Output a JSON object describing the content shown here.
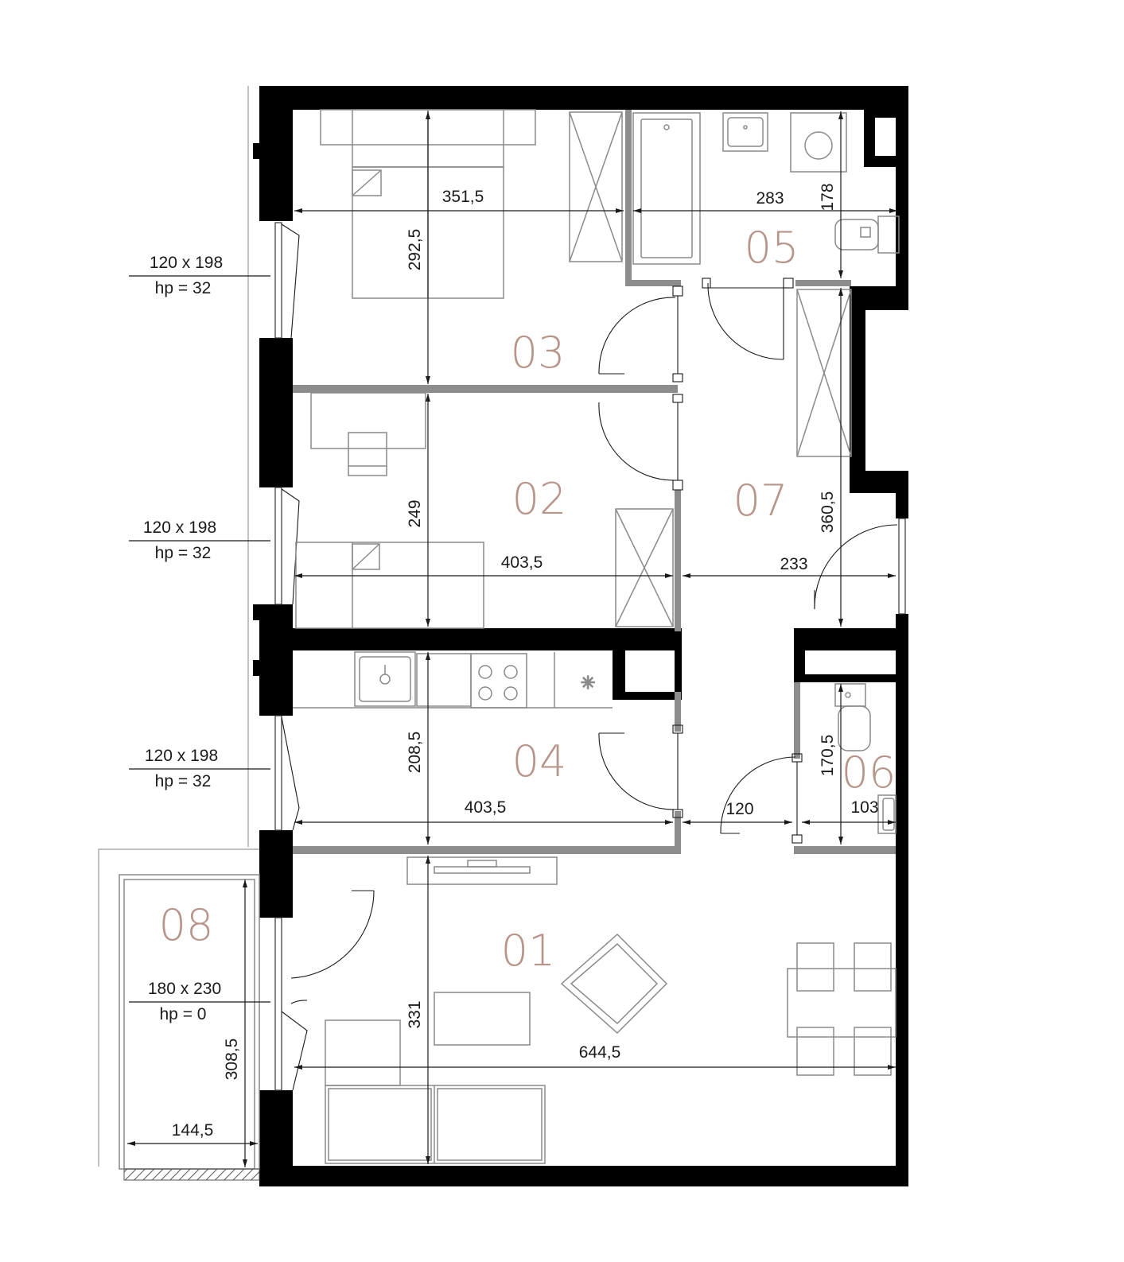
{
  "colors": {
    "wall": "#000000",
    "partition": "#8c8c8c",
    "room_label": "#b8958a",
    "furniture": "#8a8a8a"
  },
  "rooms": [
    {
      "id": "01",
      "label": "01"
    },
    {
      "id": "02",
      "label": "02"
    },
    {
      "id": "03",
      "label": "03"
    },
    {
      "id": "04",
      "label": "04"
    },
    {
      "id": "05",
      "label": "05"
    },
    {
      "id": "06",
      "label": "06"
    },
    {
      "id": "07",
      "label": "07"
    },
    {
      "id": "08",
      "label": "08"
    }
  ],
  "dimensions": {
    "r03_width": "351,5",
    "r03_depth": "292,5",
    "r05_width": "283",
    "r05_depth": "178",
    "r02_depth": "249",
    "r02_width": "403,5",
    "r07_width": "233",
    "r07_depth": "360,5",
    "r04_depth": "208,5",
    "r04_width": "403,5",
    "r06_depth": "170,5",
    "r06_width": "103",
    "corridor_width": "120",
    "r01_depth": "331",
    "r01_width": "644,5",
    "r08_depth": "308,5",
    "r08_width": "144,5"
  },
  "windows": [
    {
      "size": "120 x 198",
      "hp": "hp = 32"
    },
    {
      "size": "120 x 198",
      "hp": "hp = 32"
    },
    {
      "size": "120 x 198",
      "hp": "hp = 32"
    },
    {
      "size": "180 x 230",
      "hp": "hp = 0"
    }
  ]
}
